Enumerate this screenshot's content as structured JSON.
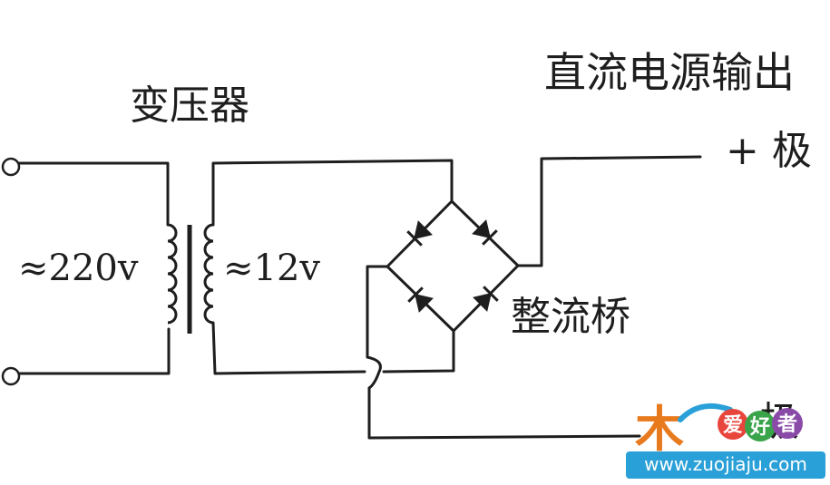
{
  "labels": {
    "transformer": "变压器",
    "input_voltage": "≈220v",
    "output_voltage": "≈12v",
    "rectifier_bridge": "整流桥",
    "dc_output": "直流电源输出",
    "positive": "+ 极",
    "negative": "- 极"
  },
  "watermark": {
    "logo_glyph": "木",
    "logo_chars": [
      "爱",
      "好",
      "者"
    ],
    "url": "www.zuojiaju.com",
    "colors": {
      "orange": "#e87a1e",
      "blue": "#2aa0d8",
      "red": "#e8453c",
      "green": "#3aa44a",
      "purple": "#8a4aa8"
    }
  },
  "colors": {
    "line": "#1e1e1e",
    "background": "#ffffff"
  }
}
